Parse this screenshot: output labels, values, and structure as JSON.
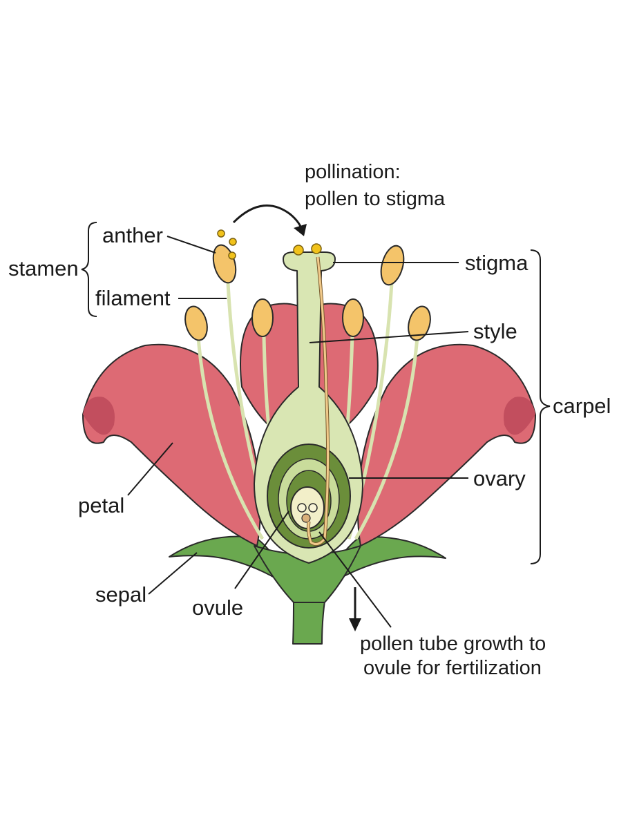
{
  "labels": {
    "pollination_line1": "pollination:",
    "pollination_line2": "pollen to stigma",
    "anther": "anther",
    "stamen": "stamen",
    "filament": "filament",
    "stigma": "stigma",
    "style": "style",
    "carpel": "carpel",
    "ovary": "ovary",
    "petal": "petal",
    "sepal": "sepal",
    "ovule": "ovule",
    "tube_line1": "pollen tube growth to",
    "tube_line2": "ovule for fertilization"
  },
  "colors": {
    "petal": "#dd6a74",
    "petal_dark": "#c24e5e",
    "sepal": "#6aa84f",
    "stem": "#6aa84f",
    "carpel": "#d9e6b3",
    "ovary_wall": "#6b8e3a",
    "ovule": "#f2efc9",
    "anther": "#f4c46a",
    "pollen": "#f1c21b",
    "filament": "#d8e3b0"
  }
}
